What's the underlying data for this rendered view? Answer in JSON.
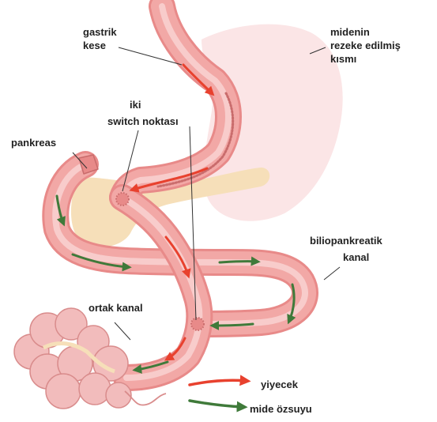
{
  "labels": {
    "gastric_pouch": [
      "gastrik",
      "kese"
    ],
    "resected_stomach": [
      "midenin",
      "rezeke edilmiş",
      "kısmı"
    ],
    "switch_points": [
      "iki",
      "switch noktası"
    ],
    "pancreas": "pankreas",
    "biliopancreatic_limb": [
      "biliopankreatik",
      "kanal"
    ],
    "common_channel": "ortak kanal"
  },
  "legend": {
    "food": "yiyecek",
    "gastric_juice": "mide özsuyu"
  },
  "colors": {
    "intestine_fill": "#f2a8a6",
    "intestine_edge": "#e88a89",
    "intestine_inner": "#f8cccb",
    "resected_stomach": "#fbe5e6",
    "pancreas": "#f6dfb9",
    "food_arrow": "#e8412e",
    "juice_arrow": "#3f7a3a",
    "colon": "#f2bcbc",
    "colon_stroke": "#d98c8c"
  }
}
